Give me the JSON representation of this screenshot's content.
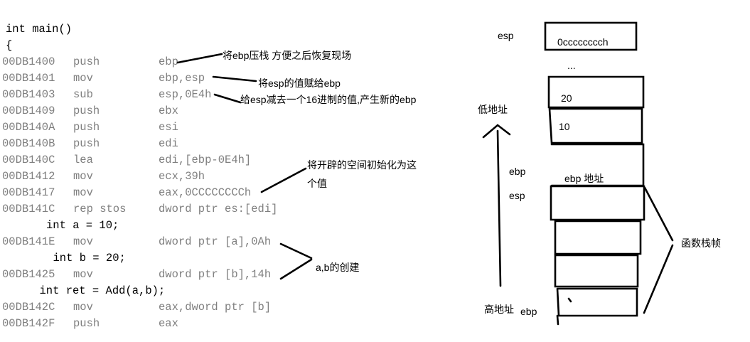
{
  "code": {
    "lines": [
      {
        "kind": "src",
        "text": "int main()"
      },
      {
        "kind": "src",
        "text": "{"
      },
      {
        "kind": "asm",
        "addr": "00DB1400",
        "op": "push",
        "arg": "ebp"
      },
      {
        "kind": "asm",
        "addr": "00DB1401",
        "op": "mov",
        "arg": "ebp,esp"
      },
      {
        "kind": "asm",
        "addr": "00DB1403",
        "op": "sub",
        "arg": "esp,0E4h"
      },
      {
        "kind": "asm",
        "addr": "00DB1409",
        "op": "push",
        "arg": "ebx"
      },
      {
        "kind": "asm",
        "addr": "00DB140A",
        "op": "push",
        "arg": "esi"
      },
      {
        "kind": "asm",
        "addr": "00DB140B",
        "op": "push",
        "arg": "edi"
      },
      {
        "kind": "asm",
        "addr": "00DB140C",
        "op": "lea",
        "arg": "edi,[ebp-0E4h]"
      },
      {
        "kind": "asm",
        "addr": "00DB1412",
        "op": "mov",
        "arg": "ecx,39h"
      },
      {
        "kind": "asm",
        "addr": "00DB1417",
        "op": "mov",
        "arg": "eax,0CCCCCCCCh"
      },
      {
        "kind": "asm",
        "addr": "00DB141C",
        "op": "rep stos",
        "arg": "dword ptr es:[edi]"
      },
      {
        "kind": "src",
        "text": "int a = 10;",
        "indent": "      "
      },
      {
        "kind": "asm",
        "addr": "00DB141E",
        "op": "mov",
        "arg": "dword ptr [a],0Ah"
      },
      {
        "kind": "src",
        "text": "int b = 20;",
        "indent": "       "
      },
      {
        "kind": "asm",
        "addr": "00DB1425",
        "op": "mov",
        "arg": "dword ptr [b],14h"
      },
      {
        "kind": "src",
        "text": "int ret = Add(a,b);",
        "indent": "     "
      },
      {
        "kind": "asm",
        "addr": "00DB142C",
        "op": "mov",
        "arg": "eax,dword ptr [b]"
      },
      {
        "kind": "asm",
        "addr": "00DB142F",
        "op": "push",
        "arg": "eax"
      }
    ]
  },
  "annotations": {
    "push_ebp": "将ebp压栈 方便之后恢复现场",
    "mov_ebp_esp": "将esp的值赋给ebp",
    "sub_esp": "给esp减去一个16进制的值,产生新的ebp",
    "init_space_1": "将开辟的空间初始化为这",
    "init_space_2": "个值",
    "ab_create": "a,b的创建"
  },
  "stack": {
    "esp_top_label": "esp",
    "top_cell_value": "0cccccccch",
    "ellipsis": "...",
    "cell_20": "20",
    "cell_10": "10",
    "ebp_label": "ebp",
    "ebp_addr_label": "ebp 地址",
    "esp_label": "esp",
    "low_addr": "低地址",
    "high_addr": "高地址",
    "ebp_bottom_label": "ebp",
    "frame_label": "函数栈帧"
  }
}
